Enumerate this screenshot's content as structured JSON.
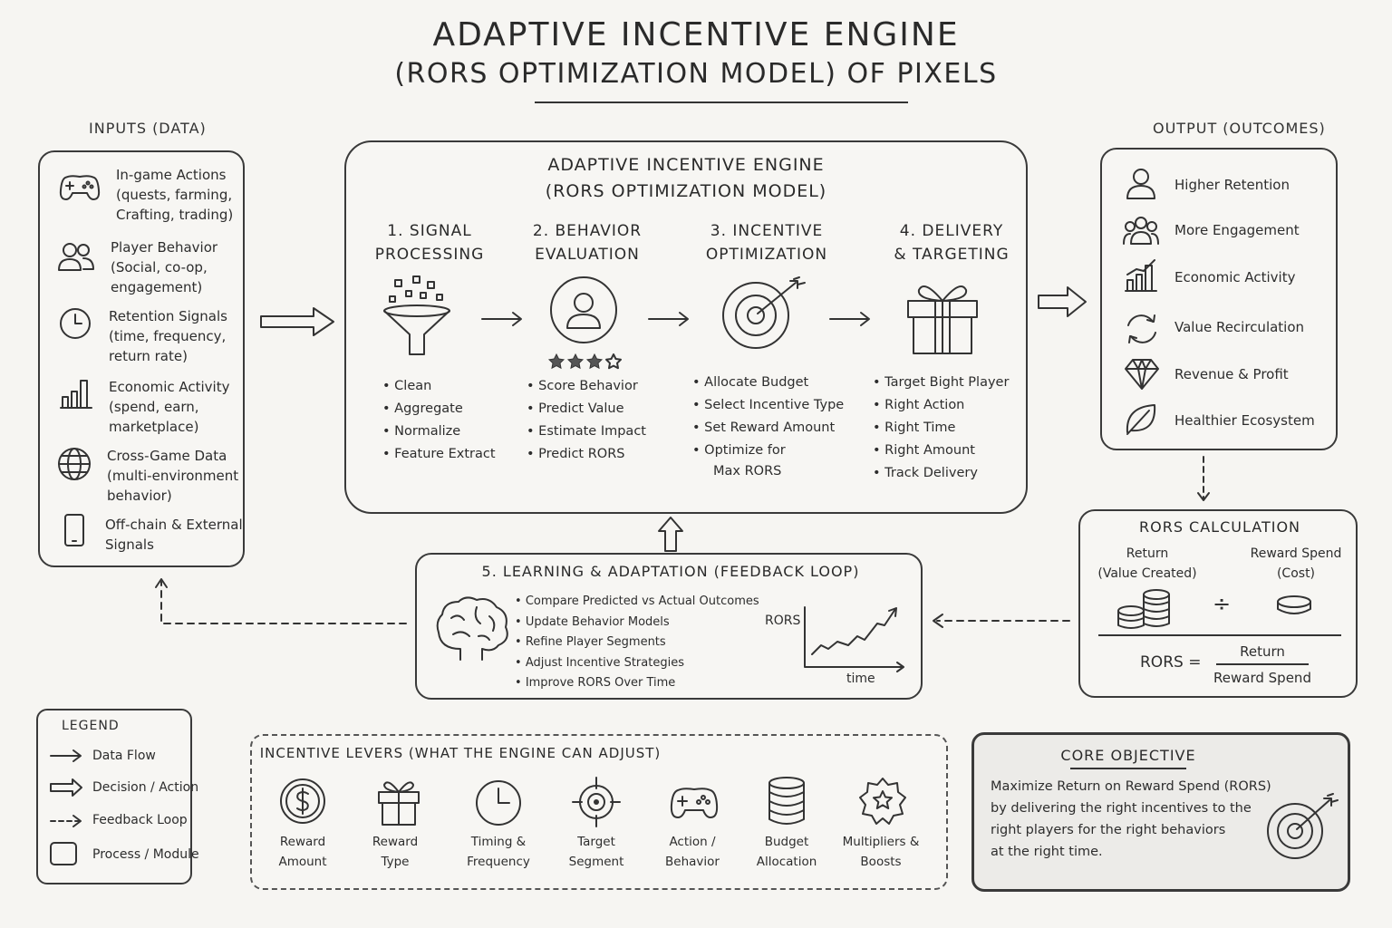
{
  "title": {
    "line1": "ADAPTIVE INCENTIVE ENGINE",
    "line2": "(RORS OPTIMIZATION MODEL) OF PIXELS"
  },
  "inputs": {
    "heading": "INPUTS (DATA)",
    "items": [
      {
        "icon": "gamepad-icon",
        "lines": [
          "In-game Actions",
          "(quests, farming,",
          "Crafting, trading)"
        ]
      },
      {
        "icon": "users-icon",
        "lines": [
          "Player Behavior",
          "(Social, co-op,",
          "engagement)"
        ]
      },
      {
        "icon": "clock-icon",
        "lines": [
          "Retention Signals",
          "(time, frequency,",
          "return rate)"
        ]
      },
      {
        "icon": "bar-chart-icon",
        "lines": [
          "Economic Activity",
          "(spend, earn,",
          "marketplace)"
        ]
      },
      {
        "icon": "globe-icon",
        "lines": [
          "Cross-Game Data",
          "(multi-environment",
          "behavior)"
        ]
      },
      {
        "icon": "phone-icon",
        "lines": [
          "Off-chain & External",
          "Signals"
        ]
      }
    ]
  },
  "engine": {
    "title1": "ADAPTIVE INCENTIVE ENGINE",
    "title2": "(RORS OPTIMIZATION MODEL)",
    "stages": [
      {
        "h1": "1. SIGNAL",
        "h2": "PROCESSING",
        "icon": "funnel-icon",
        "items": [
          "Clean",
          "Aggregate",
          "Normalize",
          "Feature Extract"
        ]
      },
      {
        "h1": "2. BEHAVIOR",
        "h2": "EVALUATION",
        "icon": "user-rating-icon",
        "items": [
          "Score Behavior",
          "Predict Value",
          "Estimate Impact",
          "Predict RORS"
        ]
      },
      {
        "h1": "3. INCENTIVE",
        "h2": "OPTIMIZATION",
        "icon": "target-icon",
        "items": [
          "Allocate Budget",
          "Select Incentive Type",
          "Set Reward Amount",
          "Optimize for",
          "Max RORS"
        ]
      },
      {
        "h1": "4. DELIVERY",
        "h2": "& TARGETING",
        "icon": "gift-icon",
        "items": [
          "Target Bight Player",
          "Right Action",
          "Right Time",
          "Right Amount",
          "Track Delivery"
        ]
      }
    ]
  },
  "output": {
    "heading": "OUTPUT (OUTCOMES)",
    "items": [
      {
        "icon": "person-icon",
        "label": "Higher Retention"
      },
      {
        "icon": "group-icon",
        "label": "More Engagement"
      },
      {
        "icon": "growth-chart-icon",
        "label": "Economic Activity"
      },
      {
        "icon": "cycle-icon",
        "label": "Value Recirculation"
      },
      {
        "icon": "diamond-icon",
        "label": "Revenue & Profit"
      },
      {
        "icon": "leaf-icon",
        "label": "Healthier Ecosystem"
      }
    ]
  },
  "rors": {
    "heading": "RORS CALCULATION",
    "return_l1": "Return",
    "return_l2": "(Value Created)",
    "spend_l1": "Reward Spend",
    "spend_l2": "(Cost)",
    "divide": "÷",
    "formula_lhs": "RORS =",
    "formula_num": "Return",
    "formula_den": "Reward Spend"
  },
  "learning": {
    "heading": "5. LEARNING & ADAPTATION (FEEDBACK LOOP)",
    "items": [
      "Compare Predicted vs Actual Outcomes",
      "Update Behavior Models",
      "Refine Player Segments",
      "Adjust Incentive Strategies",
      "Improve RORS Over Time"
    ],
    "chart_y": "RORS",
    "chart_x": "time"
  },
  "legend": {
    "heading": "LEGEND",
    "items": [
      "Data Flow",
      "Decision / Action",
      "Feedback Loop",
      "Process / Module"
    ]
  },
  "levers": {
    "heading": "INCENTIVE LEVERS (WHAT THE ENGINE CAN ADJUST)",
    "items": [
      {
        "icon": "dollar-coin-icon",
        "l1": "Reward",
        "l2": "Amount"
      },
      {
        "icon": "gift-box-icon",
        "l1": "Reward",
        "l2": "Type"
      },
      {
        "icon": "timer-icon",
        "l1": "Timing &",
        "l2": "Frequency"
      },
      {
        "icon": "crosshair-icon",
        "l1": "Target",
        "l2": "Segment"
      },
      {
        "icon": "controller-icon",
        "l1": "Action /",
        "l2": "Behavior"
      },
      {
        "icon": "database-icon",
        "l1": "Budget",
        "l2": "Allocation"
      },
      {
        "icon": "star-badge-icon",
        "l1": "Multipliers &",
        "l2": "Boosts"
      }
    ]
  },
  "objective": {
    "heading": "CORE OBJECTIVE",
    "lines": [
      "Maximize Return on Reward Spend (RORS)",
      "by delivering the right incentives to the",
      "right players for the right behaviors",
      "at the right time."
    ]
  }
}
